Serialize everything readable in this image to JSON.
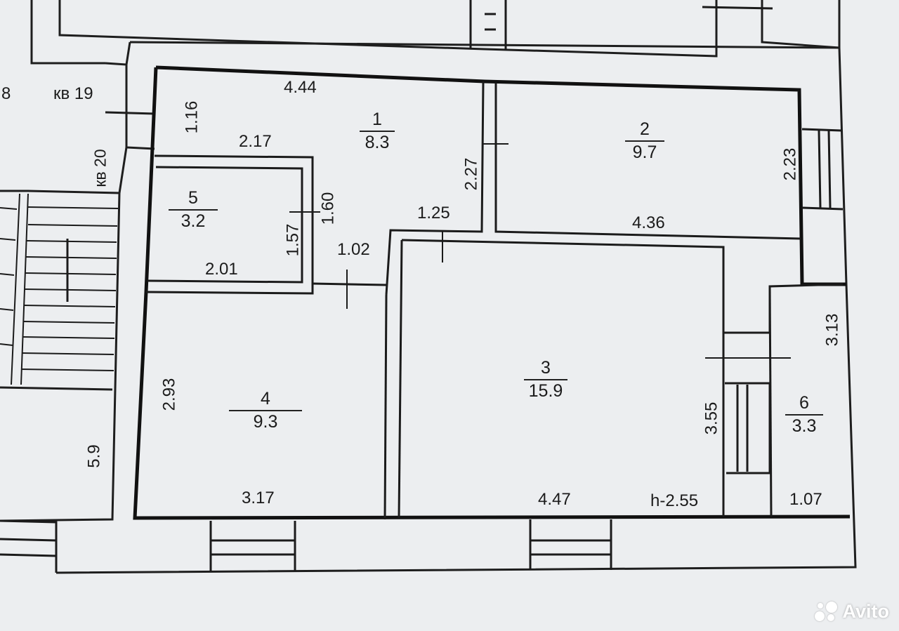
{
  "neighbors": {
    "apt_18": "8",
    "apt_19": "кв 19",
    "apt_20": "кв 20",
    "stair_dim": "5.9"
  },
  "rooms": [
    {
      "id": "room-1",
      "number": "1",
      "area": "8.3"
    },
    {
      "id": "room-2",
      "number": "2",
      "area": "9.7"
    },
    {
      "id": "room-3",
      "number": "3",
      "area": "15.9"
    },
    {
      "id": "room-4",
      "number": "4",
      "area": "9.3"
    },
    {
      "id": "room-5",
      "number": "5",
      "area": "3.2"
    },
    {
      "id": "room-6",
      "number": "6",
      "area": "3.3"
    }
  ],
  "dimensions": {
    "d_444": "4.44",
    "d_116": "1.16",
    "d_217": "2.17",
    "d_227": "2.27",
    "d_223": "2.23",
    "d_160": "1.60",
    "d_157": "1.57",
    "d_125": "1.25",
    "d_436": "4.36",
    "d_201": "2.01",
    "d_102": "1.02",
    "d_313": "3.13",
    "d_293": "2.93",
    "d_355": "3.55",
    "d_317": "3.17",
    "d_447": "4.47",
    "d_h255": "h-2.55",
    "d_107": "1.07"
  },
  "watermark": {
    "text": "Avito"
  }
}
